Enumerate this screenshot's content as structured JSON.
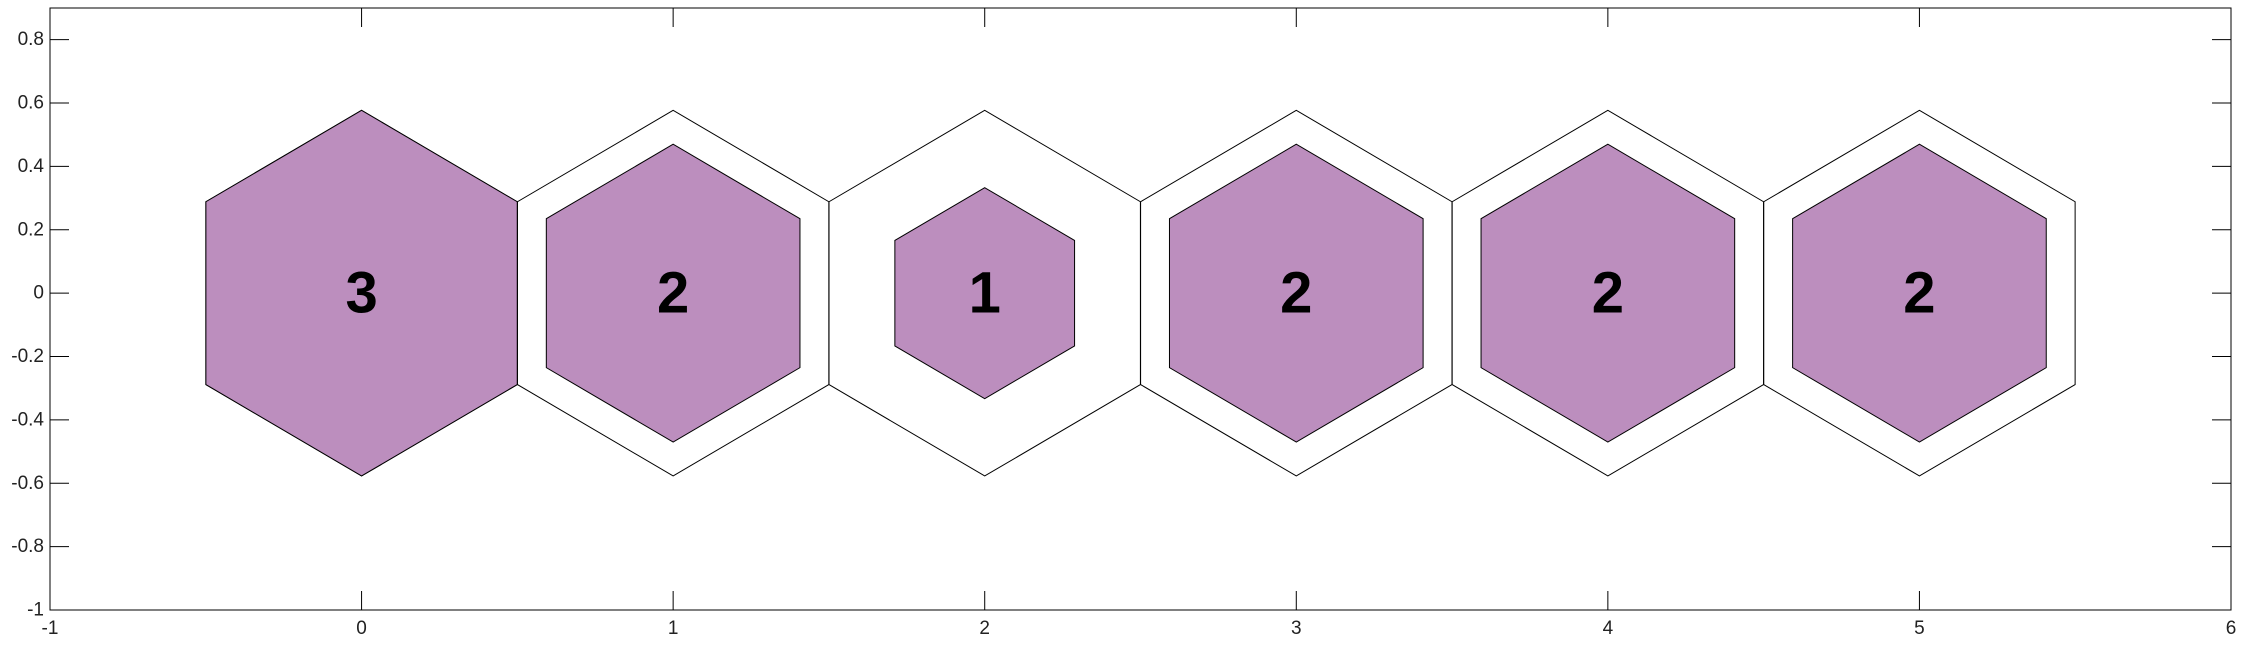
{
  "chart_data": {
    "type": "hexagon-tiling",
    "xlim": [
      -1,
      6
    ],
    "ylim": [
      -1,
      0.9
    ],
    "xticks": [
      -1,
      0,
      1,
      2,
      3,
      4,
      5,
      6
    ],
    "xtick_labels": [
      "-1",
      "0",
      "1",
      "2",
      "3",
      "4",
      "5",
      "6"
    ],
    "yticks": [
      -1,
      -0.8,
      -0.6,
      -0.4,
      -0.2,
      0,
      0.2,
      0.4,
      0.6,
      0.8
    ],
    "ytick_labels": [
      "-1",
      "-0.8",
      "-0.6",
      "-0.4",
      "-0.2",
      "0",
      "0.2",
      "0.4",
      "0.6",
      "0.8"
    ],
    "grid": false,
    "legend": "none",
    "outer_hexagon_circumradius": 0.577,
    "cells": [
      {
        "x": 0,
        "y": 0,
        "label": "3",
        "inner_circumradius": 0.577
      },
      {
        "x": 1,
        "y": 0,
        "label": "2",
        "inner_circumradius": 0.47
      },
      {
        "x": 2,
        "y": 0,
        "label": "1",
        "inner_circumradius": 0.333
      },
      {
        "x": 3,
        "y": 0,
        "label": "2",
        "inner_circumradius": 0.47
      },
      {
        "x": 4,
        "y": 0,
        "label": "2",
        "inner_circumradius": 0.47
      },
      {
        "x": 5,
        "y": 0,
        "label": "2",
        "inner_circumradius": 0.47
      }
    ],
    "colors": {
      "fill": "#bc8ebe",
      "edge": "#000000",
      "axis": "#000000",
      "background": "#ffffff"
    }
  }
}
